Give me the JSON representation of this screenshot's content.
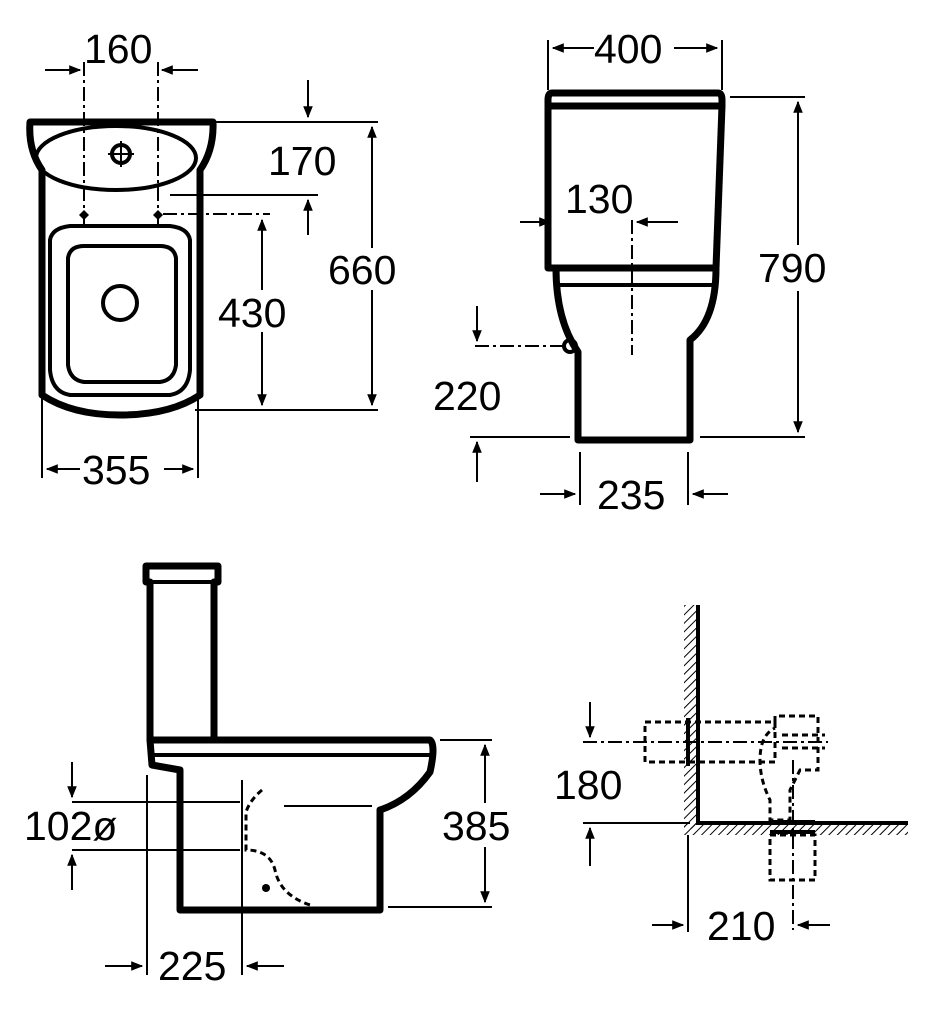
{
  "dimensions": {
    "top_view": {
      "fixing_spacing": "160",
      "fixing_from_back": "170",
      "total_depth": "660",
      "fixing_to_seat": "430",
      "width": "355"
    },
    "front_view": {
      "width": "400",
      "water_inlet_offset": "130",
      "total_height": "790",
      "inlet_height": "220",
      "base_width": "235"
    },
    "side_view": {
      "outlet_diameter": "102ø",
      "bowl_height": "385",
      "outlet_to_wall": "225"
    },
    "detail_view": {
      "outlet_height": "180",
      "floor_outlet_distance": "210"
    }
  }
}
